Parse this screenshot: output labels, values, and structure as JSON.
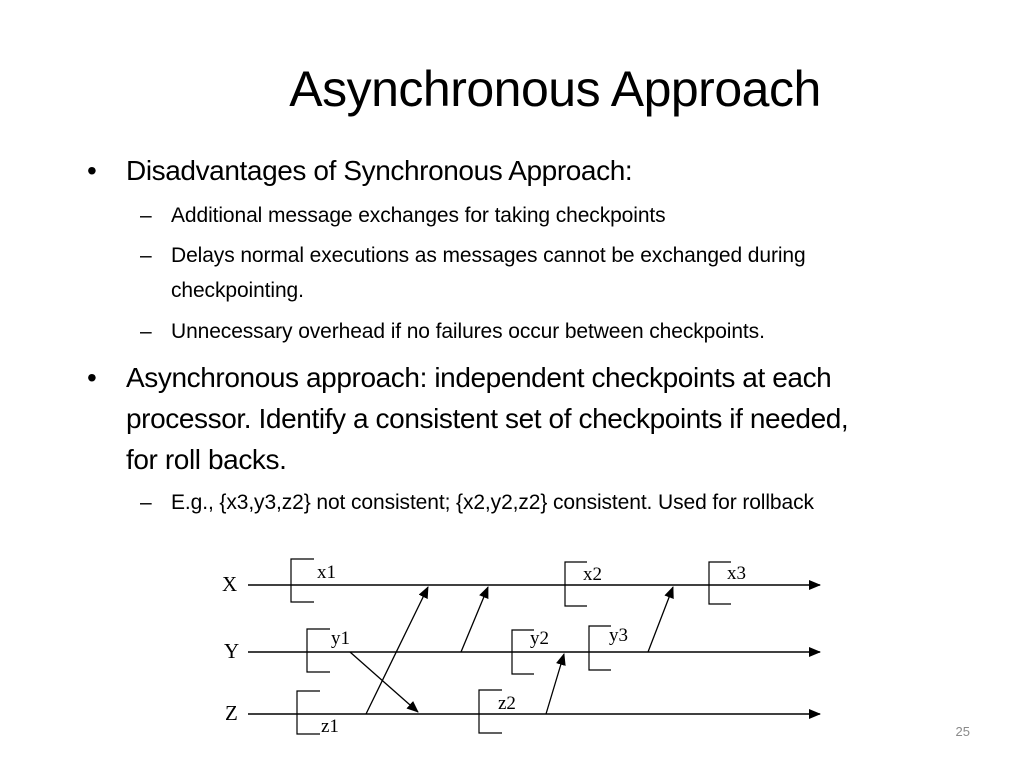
{
  "slide": {
    "title": "Asynchronous Approach",
    "page_number": "25"
  },
  "bullets": [
    {
      "marker": "•",
      "text": "Disadvantages of Synchronous Approach:",
      "subs": [
        {
          "marker": "–",
          "text": "Additional message exchanges for taking checkpoints"
        },
        {
          "marker": "–",
          "lines": [
            "Delays normal executions as messages cannot be exchanged during",
            "checkpointing."
          ]
        },
        {
          "marker": "–",
          "text": "Unnecessary overhead if no failures occur between checkpoints."
        }
      ]
    },
    {
      "marker": "•",
      "lines": [
        "Asynchronous approach: independent checkpoints at each",
        "processor. Identify a consistent set of checkpoints if needed,",
        "for roll backs."
      ],
      "subs": [
        {
          "marker": "–",
          "text": "E.g., {x3,y3,z2} not consistent; {x2,y2,z2} consistent. Used for rollback"
        }
      ]
    }
  ],
  "diagram": {
    "processes": [
      "X",
      "Y",
      "Z"
    ],
    "checkpoints": {
      "x1": "x1",
      "x2": "x2",
      "x3": "x3",
      "y1": "y1",
      "y2": "y2",
      "y3": "y3",
      "z1": "z1",
      "z2": "z2"
    },
    "messages": [
      {
        "from": "Y",
        "to": "Z"
      },
      {
        "from": "Z",
        "to": "X"
      },
      {
        "from": "Y",
        "to": "X"
      },
      {
        "from": "Z",
        "to": "Y"
      },
      {
        "from": "Y",
        "to": "X"
      }
    ]
  }
}
